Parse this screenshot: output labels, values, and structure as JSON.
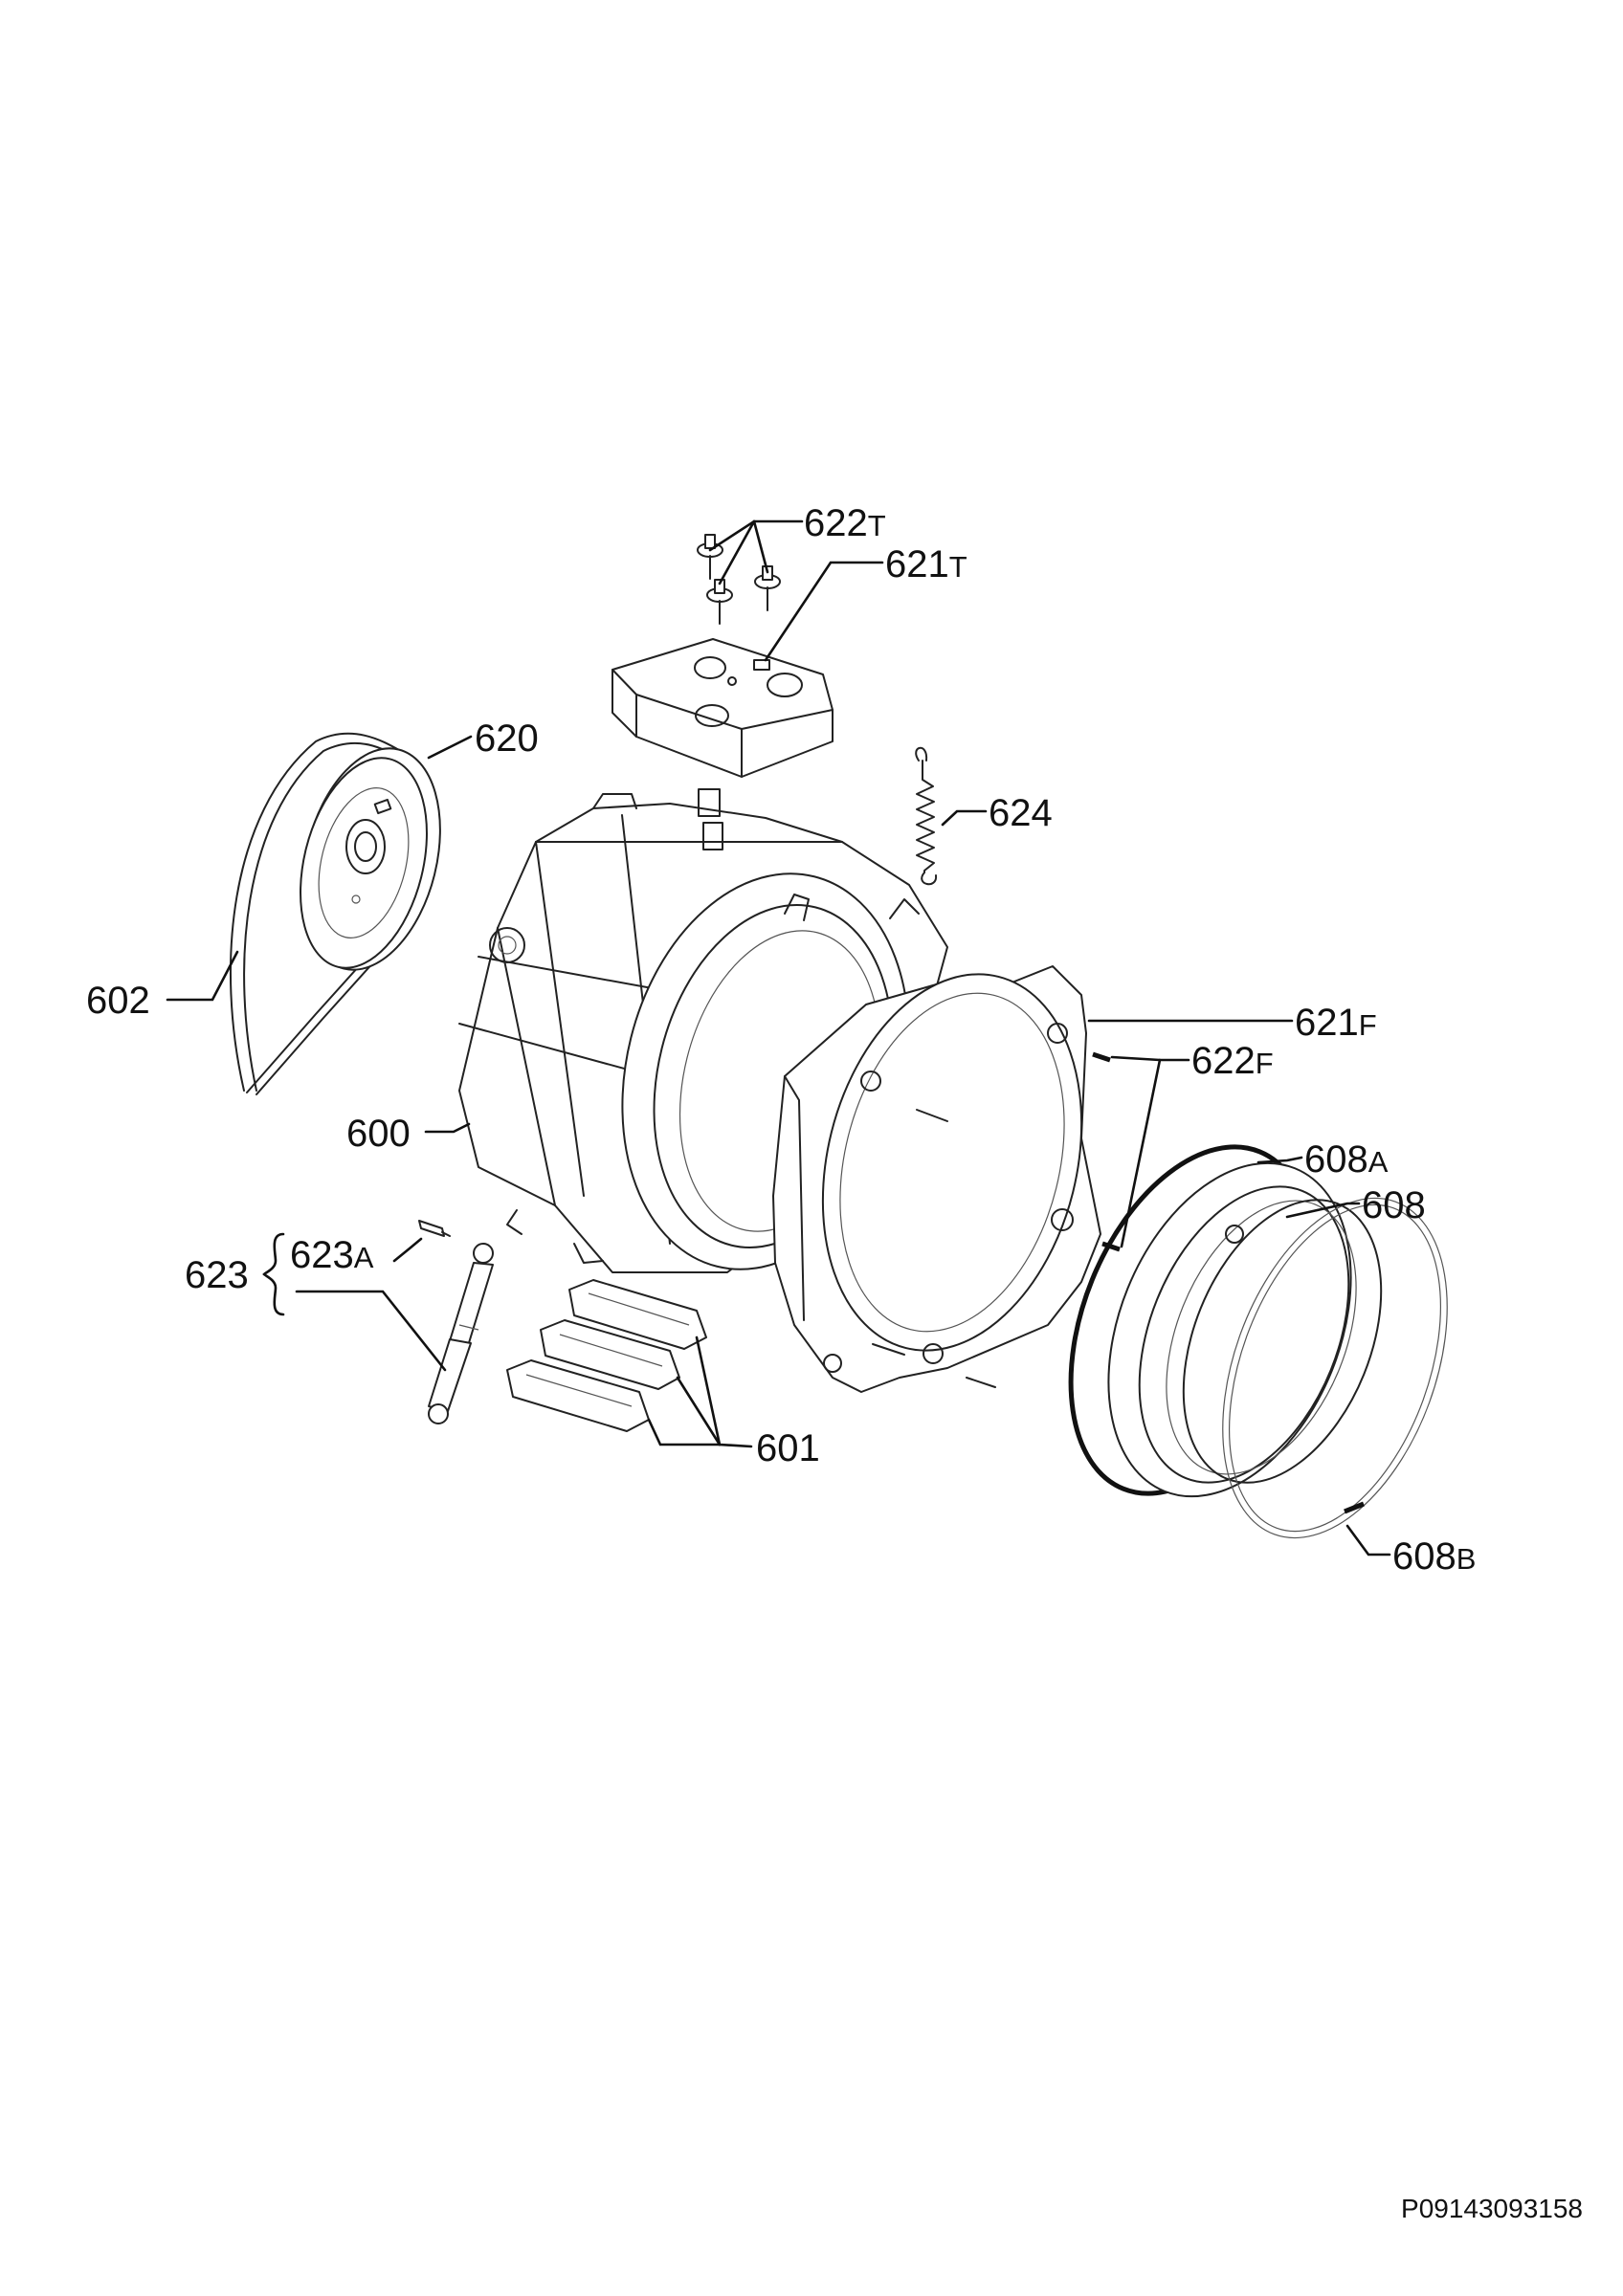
{
  "document_code": "P09143093158",
  "callouts": [
    {
      "id": "622T",
      "number": "622",
      "suffix": "T"
    },
    {
      "id": "621T",
      "number": "621",
      "suffix": "T"
    },
    {
      "id": "620",
      "number": "620",
      "suffix": ""
    },
    {
      "id": "624",
      "number": "624",
      "suffix": ""
    },
    {
      "id": "602",
      "number": "602",
      "suffix": ""
    },
    {
      "id": "621F",
      "number": "621",
      "suffix": "F"
    },
    {
      "id": "622F",
      "number": "622",
      "suffix": "F"
    },
    {
      "id": "600",
      "number": "600",
      "suffix": ""
    },
    {
      "id": "608A",
      "number": "608",
      "suffix": "A"
    },
    {
      "id": "608",
      "number": "608",
      "suffix": ""
    },
    {
      "id": "623",
      "number": "623",
      "suffix": ""
    },
    {
      "id": "623A",
      "number": "623",
      "suffix": "A"
    },
    {
      "id": "601",
      "number": "601",
      "suffix": ""
    },
    {
      "id": "608B",
      "number": "608",
      "suffix": "B"
    }
  ]
}
